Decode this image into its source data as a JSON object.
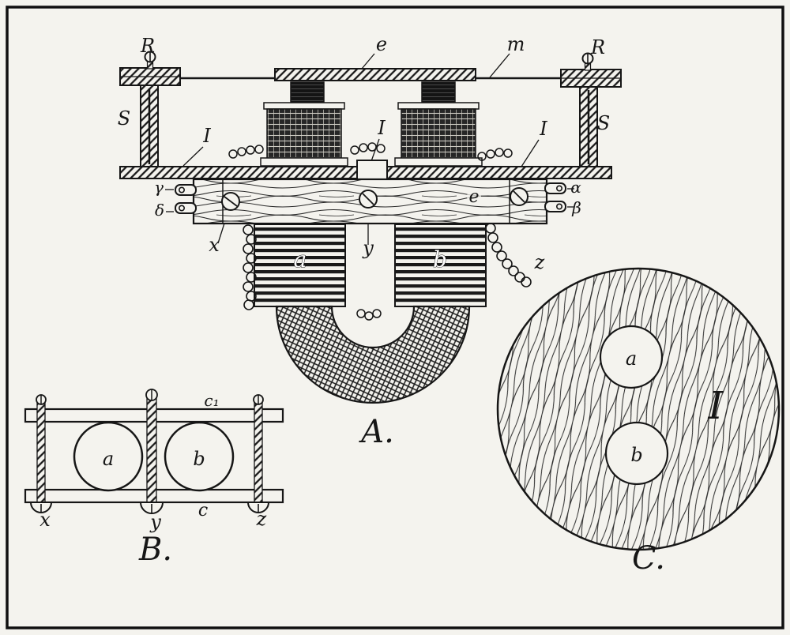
{
  "figureA": {
    "caption": "A.",
    "labels": {
      "R_left": "R",
      "R_right": "R",
      "S_left": "S",
      "S_right": "S",
      "e_top": "e",
      "m": "m",
      "I_left": "I",
      "I_center": "I",
      "I_right": "I",
      "gamma": "γ",
      "delta": "δ",
      "alpha": "α",
      "beta": "β",
      "bar_e": "e",
      "x": "x",
      "y": "y",
      "z": "z",
      "coil_a": "a",
      "coil_b": "b"
    }
  },
  "figureB": {
    "caption": "B.",
    "labels": {
      "a": "a",
      "b": "b",
      "c1": "c₁",
      "c": "c",
      "x": "x",
      "y": "y",
      "z": "z"
    }
  },
  "figureC": {
    "caption": "C.",
    "labels": {
      "a": "a",
      "b": "b",
      "I": "I"
    }
  }
}
